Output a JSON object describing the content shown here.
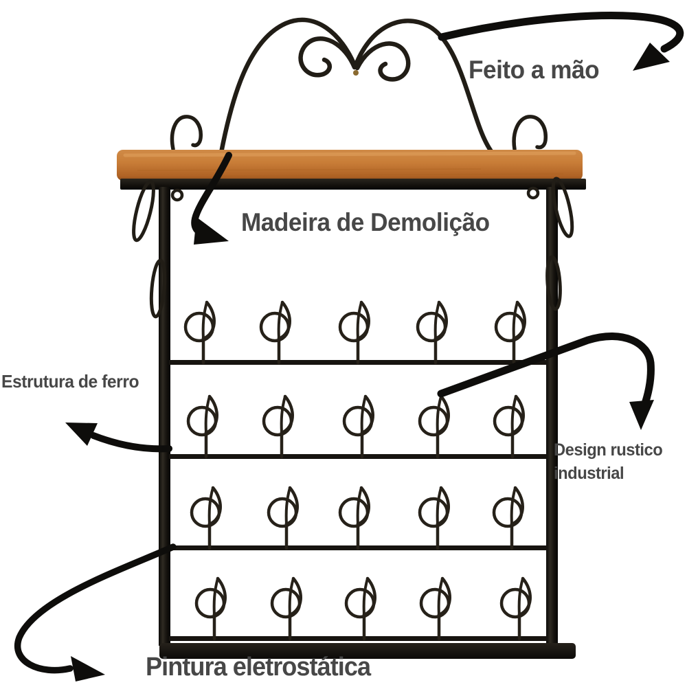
{
  "image_kind": "annotated-product-diagram",
  "labels": {
    "handmade": "Feito a mão",
    "wood": "Madeira de Demolição",
    "iron_structure": "Estrutura de ferro",
    "design": "Design rustico industrial",
    "paint": "Pintura eletrostática"
  },
  "product": {
    "rows": 4,
    "hooks_per_row": 5,
    "hook_count": 20
  },
  "colors": {
    "label_text": "#474747",
    "arrow": "#0e0d0b",
    "iron_metal": "#1a1713",
    "hook_metal": "#262119",
    "wood_top": "#cf8a47",
    "wood_front": "#c97e38",
    "wood_shadow": "#8f4e1b",
    "background": "#ffffff"
  }
}
